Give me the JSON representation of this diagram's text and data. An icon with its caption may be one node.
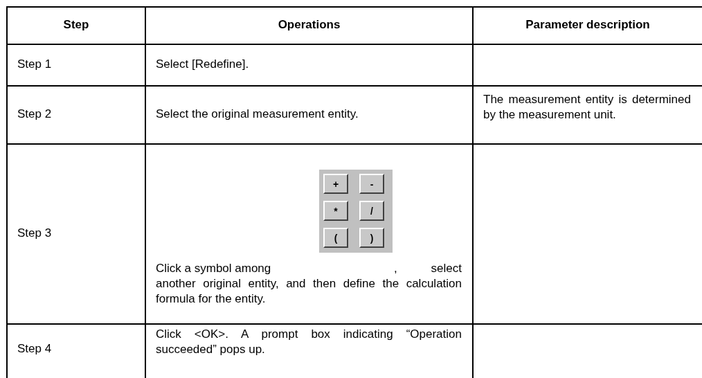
{
  "diagram": {
    "labels": [
      "Step",
      "Operations",
      "Parameter description",
      "Step 1",
      "Select [Redefine].",
      "Step 2",
      "Select the original measurement entity.",
      "The measurement entity is determined by the measurement unit.",
      "Step 3",
      "Click a symbol among",
      "+",
      "-",
      "*",
      "/",
      "(",
      ")",
      ", select another original entity, and then define the calculation formula for the entity.",
      "Step 4",
      "Click <OK>. A prompt box indicating “Operation succeeded” pops up."
    ]
  }
}
